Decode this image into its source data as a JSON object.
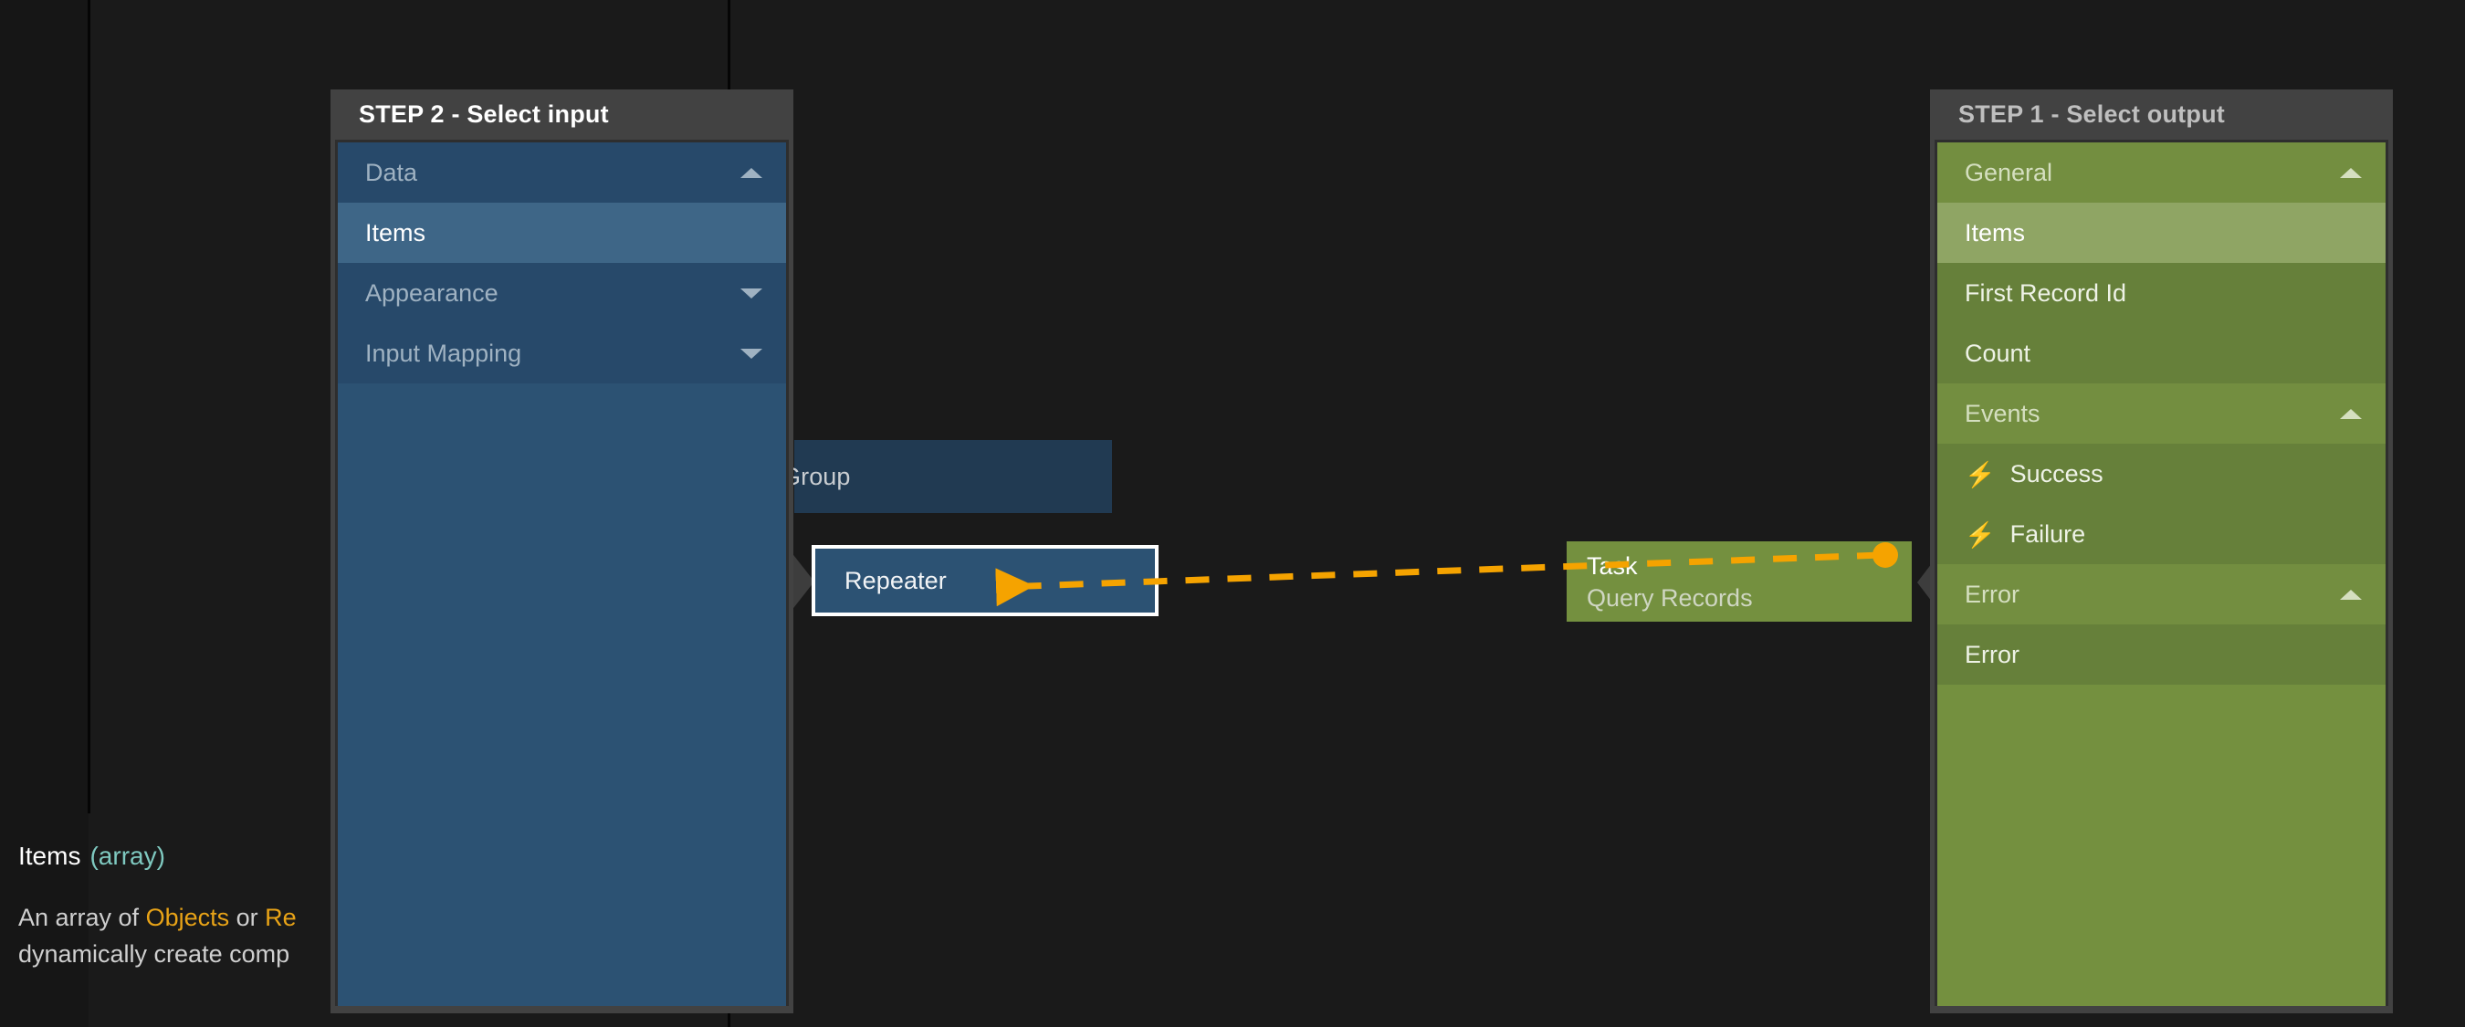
{
  "canvas": {
    "background_color": "#1a1a1a",
    "nodes": [
      {
        "id": "group",
        "type_label": "Group",
        "subtitle": ""
      },
      {
        "id": "repeater",
        "type_label": "Repeater",
        "subtitle": "",
        "selected": true
      },
      {
        "id": "task",
        "type_label": "Task",
        "subtitle": "Query Records"
      }
    ],
    "connector": {
      "color": "#f5a300",
      "style": "dashed",
      "from": "task",
      "to": "repeater",
      "arrow_at": "repeater"
    }
  },
  "panel_input": {
    "title": "STEP 2 - Select input",
    "rows": [
      {
        "label": "Data",
        "kind": "header",
        "caret": "up"
      },
      {
        "label": "Items",
        "kind": "selected"
      },
      {
        "label": "Appearance",
        "kind": "header",
        "caret": "down"
      },
      {
        "label": "Input Mapping",
        "kind": "header",
        "caret": "down"
      }
    ]
  },
  "panel_output": {
    "title": "STEP 1 - Select output",
    "rows": [
      {
        "label": "General",
        "kind": "header",
        "caret": "up"
      },
      {
        "label": "Items",
        "kind": "selected"
      },
      {
        "label": "First Record Id",
        "kind": "item"
      },
      {
        "label": "Count",
        "kind": "item"
      },
      {
        "label": "Events",
        "kind": "header",
        "caret": "up"
      },
      {
        "label": "Success",
        "kind": "item",
        "icon": "bolt-icon"
      },
      {
        "label": "Failure",
        "kind": "item",
        "icon": "bolt-icon"
      },
      {
        "label": "Error",
        "kind": "header",
        "caret": "up"
      },
      {
        "label": "Error",
        "kind": "item"
      }
    ]
  },
  "tooltip": {
    "title": "Items",
    "type": "(array)",
    "body_prefix": "An array of ",
    "token_1": "Objects",
    "body_mid": " or ",
    "token_2": "Re",
    "body_line2": "dynamically create comp"
  },
  "colors": {
    "accent_orange": "#f5a300",
    "input_blue": "#2c5273",
    "output_green": "#74903f",
    "panel_chrome": "#424242",
    "type_teal": "#7fc9c0"
  }
}
